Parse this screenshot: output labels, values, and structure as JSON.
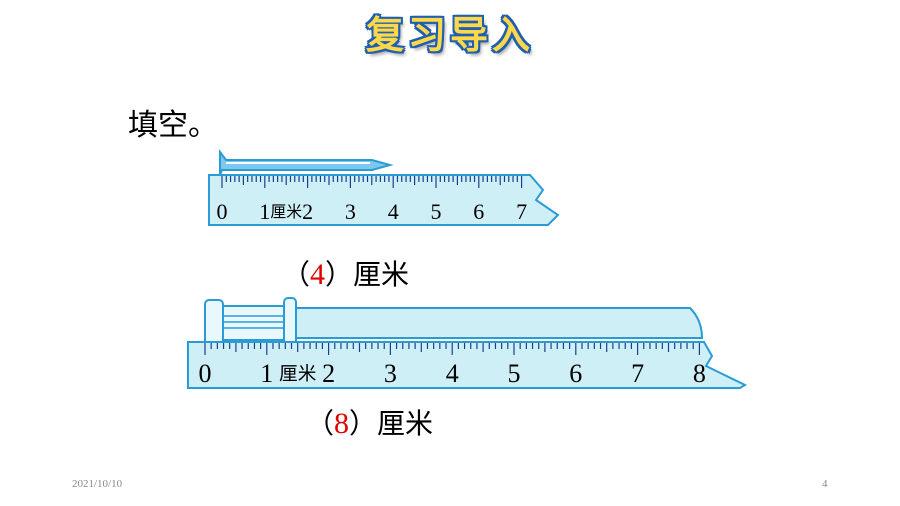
{
  "title": "复习导入",
  "instruction": "填空。",
  "ruler1": {
    "labels": [
      "0",
      "1",
      "2",
      "3",
      "4",
      "5",
      "6",
      "7"
    ],
    "unit_label": "厘米",
    "object_length_cm": 4
  },
  "answer1": {
    "open": "（",
    "value": "4",
    "close": "）",
    "unit": "厘米"
  },
  "ruler2": {
    "labels": [
      "0",
      "1",
      "2",
      "3",
      "4",
      "5",
      "6",
      "7",
      "8"
    ],
    "unit_label": "厘米",
    "object_length_cm": 8
  },
  "answer2": {
    "open": "（",
    "value": "8",
    "close": "）",
    "unit": "厘米"
  },
  "footer": {
    "date": "2021/10/10",
    "page": "4"
  },
  "colors": {
    "ruler_fill": "#cfeff7",
    "ruler_stroke": "#2b9bd6",
    "tick": "#1b3f8f",
    "answer": "#e00000"
  }
}
